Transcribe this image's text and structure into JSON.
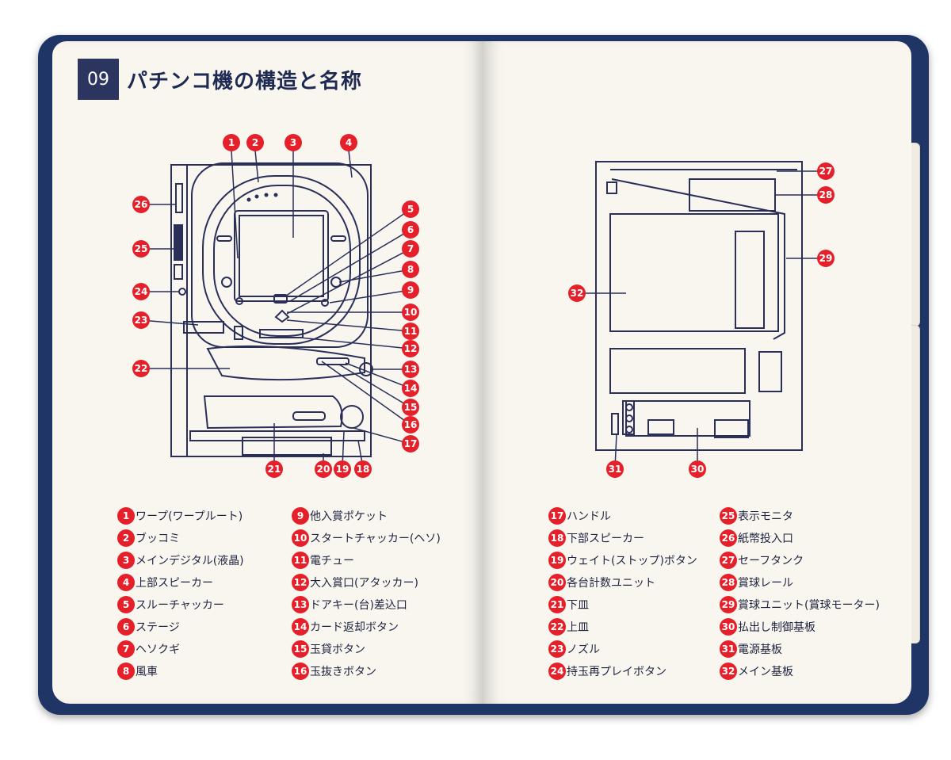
{
  "header": {
    "number": "09",
    "title": "パチンコ機の構造と名称"
  },
  "diagram_labels": {
    "front": [
      "1",
      "2",
      "3",
      "4",
      "5",
      "6",
      "7",
      "8",
      "9",
      "10",
      "11",
      "12",
      "13",
      "14",
      "15",
      "16",
      "17",
      "18",
      "19",
      "20",
      "21",
      "22",
      "23",
      "24",
      "25",
      "26"
    ],
    "back": [
      "27",
      "28",
      "29",
      "30",
      "31",
      "32"
    ]
  },
  "legend": [
    {
      "n": "1",
      "text": "ワープ(ワープルート)"
    },
    {
      "n": "2",
      "text": "ブッコミ"
    },
    {
      "n": "3",
      "text": "メインデジタル(液晶)"
    },
    {
      "n": "4",
      "text": "上部スピーカー"
    },
    {
      "n": "5",
      "text": "スルーチャッカー"
    },
    {
      "n": "6",
      "text": "ステージ"
    },
    {
      "n": "7",
      "text": "ヘソクギ"
    },
    {
      "n": "8",
      "text": "風車"
    },
    {
      "n": "9",
      "text": "他入賞ポケット"
    },
    {
      "n": "10",
      "text": "スタートチャッカー(ヘソ)"
    },
    {
      "n": "11",
      "text": "電チュー"
    },
    {
      "n": "12",
      "text": "大入賞口(アタッカー)"
    },
    {
      "n": "13",
      "text": "ドアキー(台)差込口"
    },
    {
      "n": "14",
      "text": "カード返却ボタン"
    },
    {
      "n": "15",
      "text": "玉貸ボタン"
    },
    {
      "n": "16",
      "text": "玉抜きボタン"
    },
    {
      "n": "17",
      "text": "ハンドル"
    },
    {
      "n": "18",
      "text": "下部スピーカー"
    },
    {
      "n": "19",
      "text": "ウェイト(ストップ)ボタン"
    },
    {
      "n": "20",
      "text": "各台計数ユニット"
    },
    {
      "n": "21",
      "text": "下皿"
    },
    {
      "n": "22",
      "text": "上皿"
    },
    {
      "n": "23",
      "text": "ノズル"
    },
    {
      "n": "24",
      "text": "持玉再プレイボタン"
    },
    {
      "n": "25",
      "text": "表示モニタ"
    },
    {
      "n": "26",
      "text": "紙幣投入口"
    },
    {
      "n": "27",
      "text": "セーフタンク"
    },
    {
      "n": "28",
      "text": "賞球レール"
    },
    {
      "n": "29",
      "text": "賞球ユニット(賞球モーター)"
    },
    {
      "n": "30",
      "text": "払出し制御基板"
    },
    {
      "n": "31",
      "text": "電源基板"
    },
    {
      "n": "32",
      "text": "メイン基板"
    }
  ],
  "colors": {
    "accent": "#e6202a",
    "line": "#2a2f5a",
    "cover": "#1f3566"
  }
}
